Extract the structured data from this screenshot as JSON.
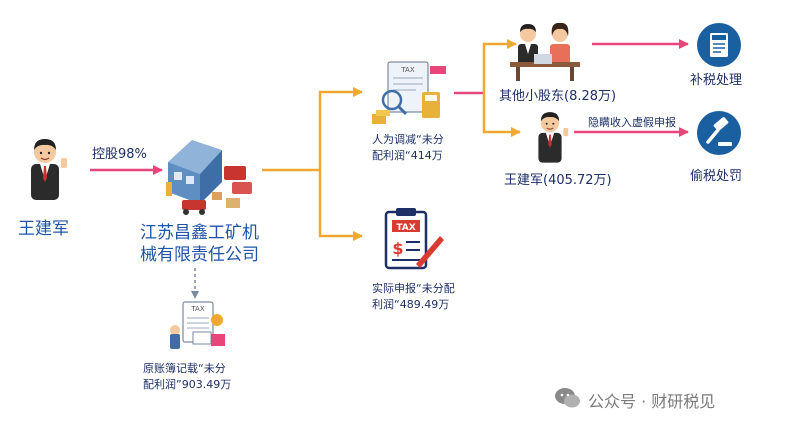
{
  "colors": {
    "pink_arrow": "#e8457a",
    "orange_arrow": "#f0a830",
    "blue_text": "#1f54a8",
    "dark_text": "#1c2f66",
    "icon_blue": "#1a5fa0"
  },
  "nodes": {
    "owner_left": "王建军",
    "edge_holding": "控股98%",
    "company_line1": "江苏昌鑫工矿机",
    "company_line2": "械有限责任公司",
    "ledger_line1": "原账簿记载“未分",
    "ledger_line2": "配利润”903.49万",
    "adjust_line1": "人为调减“未分",
    "adjust_line2": "配利润“414万",
    "declared_line1": "实际申报“未分配",
    "declared_line2": "利润“489.49万",
    "minority": "其他小股东(8.28万)",
    "owner_right": "王建军(405.72万)",
    "edge_conceal": "隐瞒收入虚假申报",
    "tax_make_up": "补税处理",
    "tax_evasion": "偷税处罚"
  },
  "icon_text": {
    "tax": "TAX"
  },
  "watermark": "公众号 · 财研税见"
}
